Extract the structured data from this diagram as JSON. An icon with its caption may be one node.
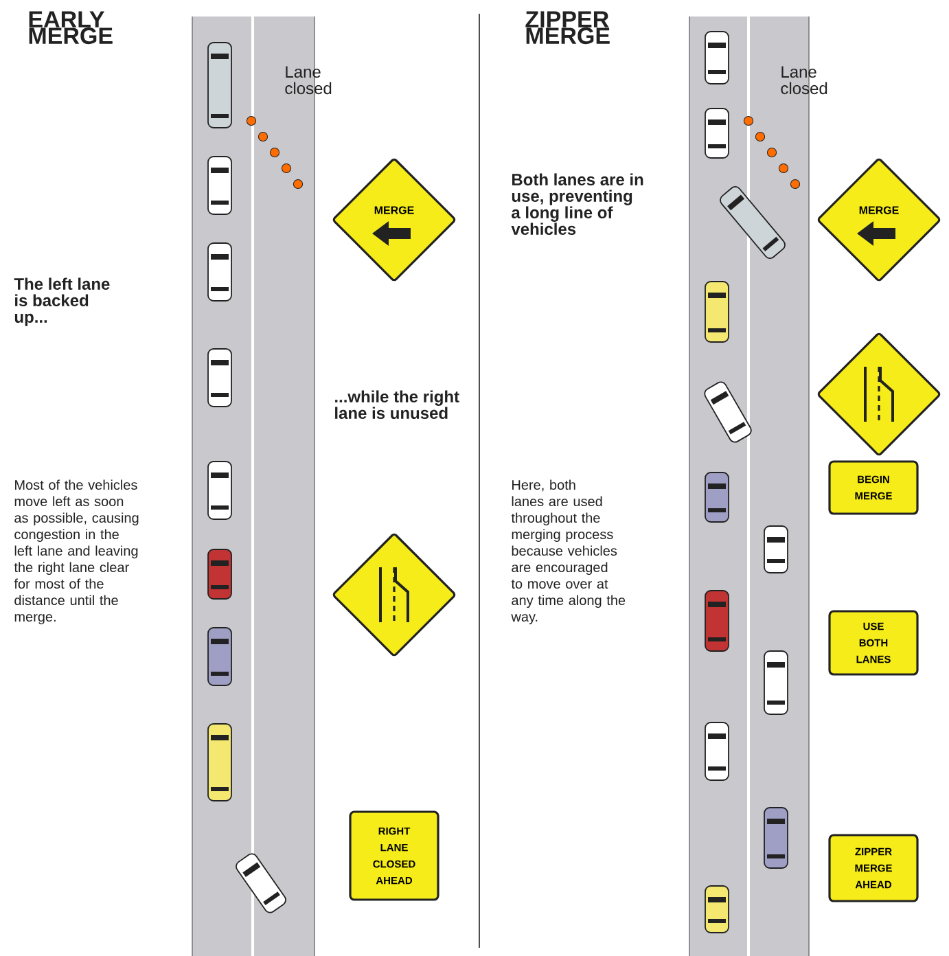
{
  "diagram": {
    "nodes": [
      {
        "text": [
          "MERGE"
        ]
      },
      {
        "text": [],
        "shape": "diamond"
      },
      {
        "text": [
          "RIGHT LANE CLOSED AHEAD"
        ]
      },
      {
        "text": [
          "MERGE"
        ]
      },
      {
        "text": [],
        "shape": "diamond"
      },
      {
        "text": [
          "BEGIN MERGE"
        ]
      },
      {
        "text": [
          "USE BOTH LANES"
        ]
      },
      {
        "text": [
          "ZIPPER MERGE AHEAD"
        ]
      }
    ],
    "labels": [
      "EARLY MERGE",
      "Lane closed",
      "The left lane is backed up...",
      "...while the right lane is unused",
      "Most of the vehicles move left as soon as possible, causing congestion in the left lane and leaving the right lane clear for most of the distance until the merge.",
      "ZIPPER MERGE",
      "Lane closed",
      "Both lanes are in use, preventing a long line of vehicles",
      "Here, both lanes are used throughout the merging process because vehicles are encouraged to move over at any time along the way."
    ]
  }
}
